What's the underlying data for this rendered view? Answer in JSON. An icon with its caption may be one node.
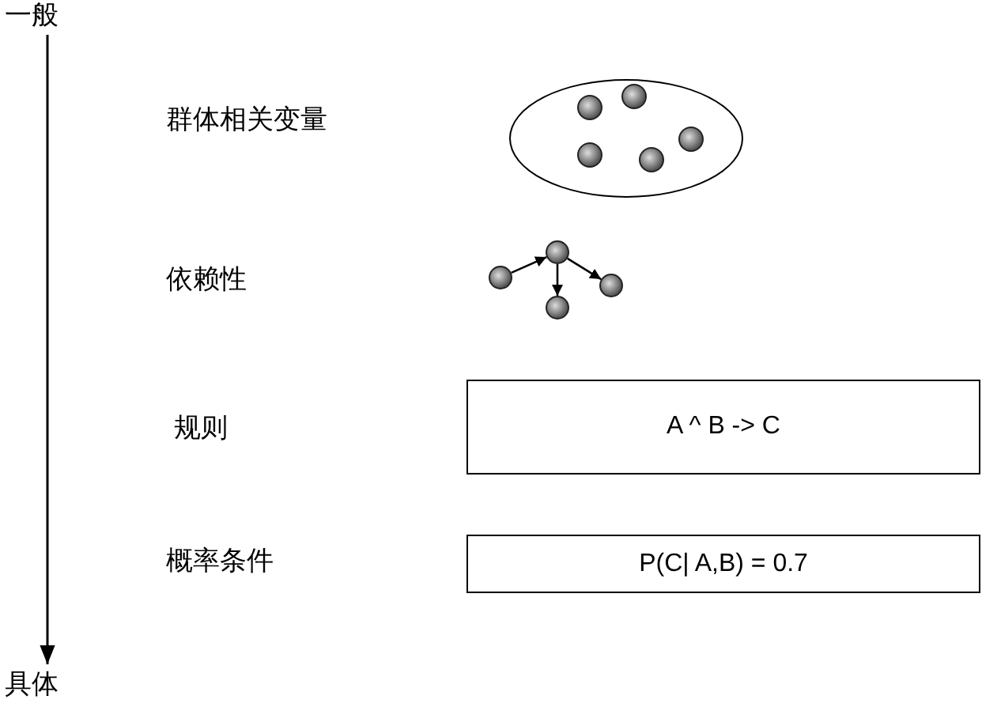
{
  "diagram": {
    "nodes": [
      {
        "text": [
          "一般"
        ]
      },
      {
        "text": [
          "具体"
        ]
      },
      {
        "text": [],
        "shape": "ellipse"
      },
      {
        "text": [],
        "shape": "circle",
        "in": 2
      },
      {
        "text": [],
        "shape": "circle",
        "in": 2
      },
      {
        "text": [],
        "shape": "circle",
        "in": 2
      },
      {
        "text": [],
        "shape": "circle",
        "in": 2
      },
      {
        "text": [],
        "shape": "circle",
        "in": 2
      },
      {
        "text": [],
        "shape": "circle"
      },
      {
        "text": [],
        "shape": "circle"
      },
      {
        "text": [],
        "shape": "circle"
      },
      {
        "text": [],
        "shape": "circle"
      },
      {
        "text": [
          "A ^ B -> C"
        ]
      },
      {
        "text": [
          "P(C| A,B) = 0.7"
        ]
      }
    ],
    "edges": [
      {
        "from": 0,
        "to": 1,
        "arrow": "to"
      },
      {
        "from": 8,
        "to": 9,
        "arrow": "to"
      },
      {
        "from": 9,
        "to": 10,
        "arrow": "to"
      },
      {
        "from": 9,
        "to": 11,
        "arrow": "to"
      }
    ],
    "labels": [
      "群体相关变量",
      "依赖性",
      "规则",
      "概率条件"
    ]
  }
}
